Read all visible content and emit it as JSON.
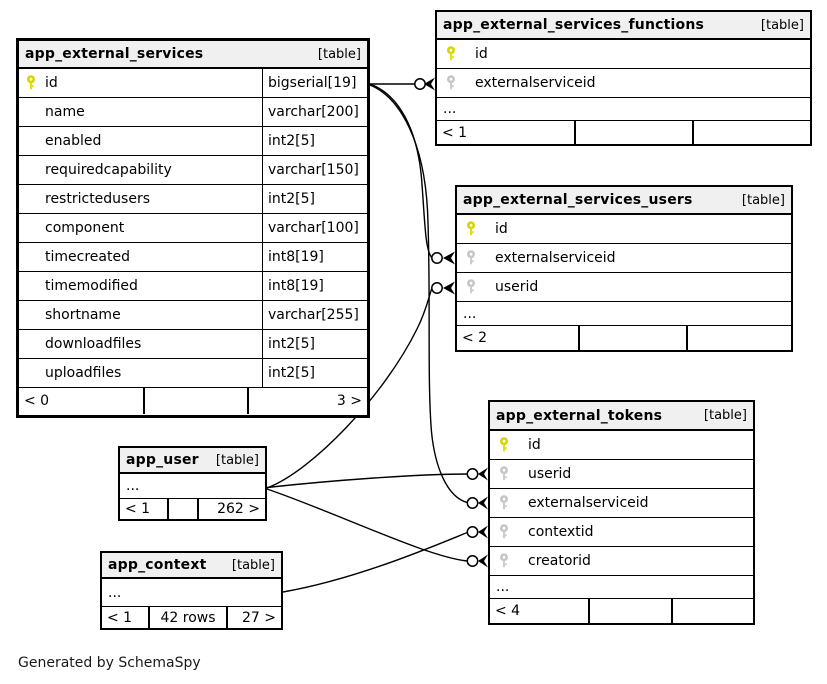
{
  "caption": "Generated by SchemaSpy",
  "colors": {
    "primary_key": "#e3e000",
    "foreign_key": "#cccccc",
    "header_bg": "#f0f0f0",
    "border": "#000000"
  },
  "tables": {
    "services": {
      "name": "app_external_services",
      "tag": "[table]",
      "columns": [
        {
          "name": "id",
          "type": "bigserial[19]",
          "key": "primary"
        },
        {
          "name": "name",
          "type": "varchar[200]",
          "key": "none"
        },
        {
          "name": "enabled",
          "type": "int2[5]",
          "key": "none"
        },
        {
          "name": "requiredcapability",
          "type": "varchar[150]",
          "key": "none"
        },
        {
          "name": "restrictedusers",
          "type": "int2[5]",
          "key": "none"
        },
        {
          "name": "component",
          "type": "varchar[100]",
          "key": "none"
        },
        {
          "name": "timecreated",
          "type": "int8[19]",
          "key": "none"
        },
        {
          "name": "timemodified",
          "type": "int8[19]",
          "key": "none"
        },
        {
          "name": "shortname",
          "type": "varchar[255]",
          "key": "none"
        },
        {
          "name": "downloadfiles",
          "type": "int2[5]",
          "key": "none"
        },
        {
          "name": "uploadfiles",
          "type": "int2[5]",
          "key": "none"
        }
      ],
      "footer": {
        "left": "< 0",
        "mid": "",
        "right": "3 >"
      }
    },
    "functions": {
      "name": "app_external_services_functions",
      "tag": "[table]",
      "columns": [
        {
          "name": "id",
          "key": "primary"
        },
        {
          "name": "externalserviceid",
          "key": "foreign"
        }
      ],
      "ellipsis": "...",
      "footer": {
        "left": "< 1",
        "mid": "",
        "right": ""
      }
    },
    "users": {
      "name": "app_external_services_users",
      "tag": "[table]",
      "columns": [
        {
          "name": "id",
          "key": "primary"
        },
        {
          "name": "externalserviceid",
          "key": "foreign"
        },
        {
          "name": "userid",
          "key": "foreign"
        }
      ],
      "ellipsis": "...",
      "footer": {
        "left": "< 2",
        "mid": "",
        "right": ""
      }
    },
    "tokens": {
      "name": "app_external_tokens",
      "tag": "[table]",
      "columns": [
        {
          "name": "id",
          "key": "primary"
        },
        {
          "name": "userid",
          "key": "foreign"
        },
        {
          "name": "externalserviceid",
          "key": "foreign"
        },
        {
          "name": "contextid",
          "key": "foreign"
        },
        {
          "name": "creatorid",
          "key": "foreign"
        }
      ],
      "ellipsis": "...",
      "footer": {
        "left": "< 4",
        "mid": "",
        "right": ""
      }
    },
    "user": {
      "name": "app_user",
      "tag": "[table]",
      "ellipsis": "...",
      "footer": {
        "left": "< 1",
        "mid": "",
        "right": "262 >"
      }
    },
    "context": {
      "name": "app_context",
      "tag": "[table]",
      "ellipsis": "...",
      "footer": {
        "left": "< 1",
        "mid": "42 rows",
        "right": "27 >"
      }
    }
  },
  "relationships": [
    {
      "from": "app_external_services.id",
      "to": "app_external_services_functions.externalserviceid"
    },
    {
      "from": "app_external_services.id",
      "to": "app_external_services_users.externalserviceid"
    },
    {
      "from": "app_external_services.id",
      "to": "app_external_tokens.externalserviceid"
    },
    {
      "from": "app_user",
      "to": "app_external_services_users.userid"
    },
    {
      "from": "app_user",
      "to": "app_external_tokens.userid"
    },
    {
      "from": "app_user",
      "to": "app_external_tokens.creatorid"
    },
    {
      "from": "app_context",
      "to": "app_external_tokens.contextid"
    }
  ]
}
